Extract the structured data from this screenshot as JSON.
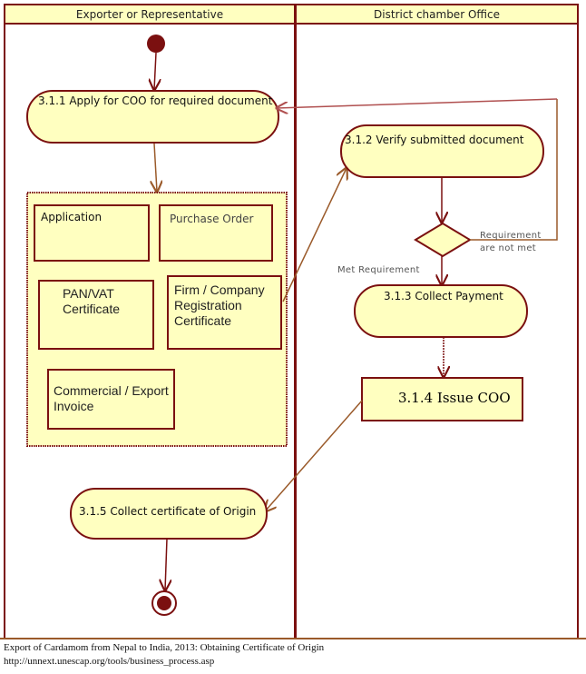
{
  "lanes": [
    {
      "title": "Exporter or Representative"
    },
    {
      "title": "District chamber Office"
    }
  ],
  "activities": {
    "apply": "3.1.1 Apply for COO for required document",
    "verify": "3.1.2 Verify submitted document",
    "collect_payment": "3.1.3 Collect Payment",
    "issue": "3.1.4 Issue COO",
    "collect_certificate": "3.1.5 Collect certificate of Origin"
  },
  "documents": {
    "application": "Application",
    "purchase_order": "Purchase Order",
    "pan_vat": [
      "PAN/VAT",
      "Certificate"
    ],
    "firm_registration": [
      "Firm / Company",
      "Registration",
      "Certificate"
    ],
    "commercial_invoice": [
      "Commercial  / Export",
      "Invoice"
    ]
  },
  "decision": {
    "not_met": [
      "Requirement",
      "are not met"
    ],
    "met": "Met Requirement"
  },
  "caption": {
    "title": "Export of Cardamom from Nepal to India, 2013: Obtaining Certificate of Origin",
    "url": "http://unnext.unescap.org/tools/business_process.asp"
  },
  "colors": {
    "border": "#7b1010",
    "fill": "#ffffc0",
    "flow_brown": "#9a5a2a"
  }
}
